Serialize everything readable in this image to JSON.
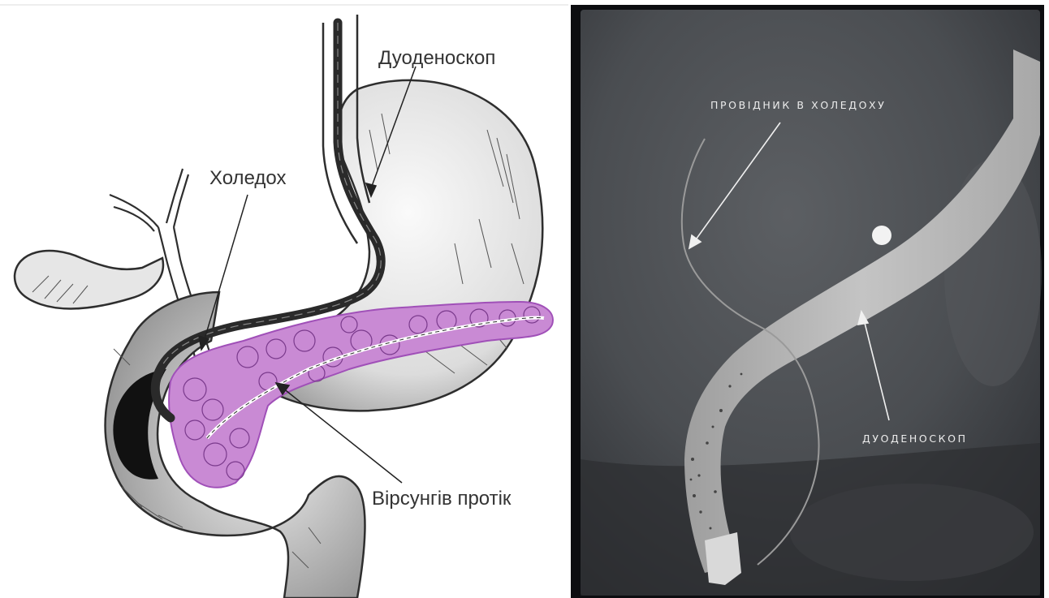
{
  "illustration": {
    "labels": {
      "duodenoscope": "Дуоденоскоп",
      "choledochus": "Холедох",
      "wirsung_duct": "Вірсунгів протік"
    },
    "colors": {
      "pancreas": "#c98ad4",
      "pancreas_outline": "#a050b8",
      "ink": "#2e2e2e",
      "label_text": "#333333"
    }
  },
  "xray": {
    "labels": {
      "guidewire": "ПРОВІДНИК В ХОЛЕДОХУ",
      "duodenoscope": "ДУОДЕНОСКОП"
    },
    "colors": {
      "background": "#0c0d10",
      "scope": "#bdbdbd",
      "label_text": "#ececec"
    }
  }
}
